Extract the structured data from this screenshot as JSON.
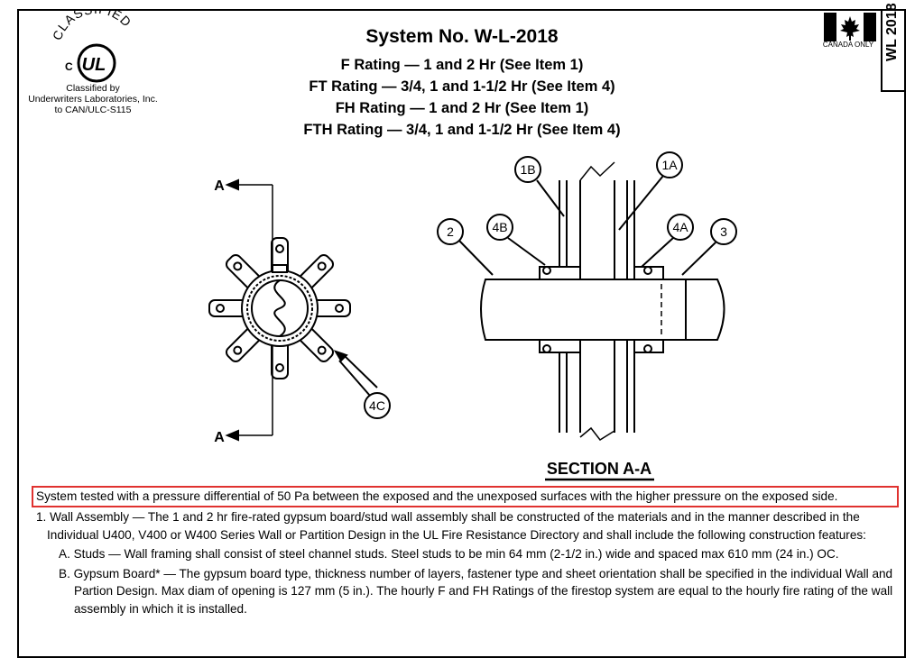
{
  "header": {
    "classified_arc": "CLASSIFIED",
    "c_mark": "C",
    "ul_mark": "UL",
    "classified_by": "Classified by",
    "laboratory": "Underwriters Laboratories, Inc.",
    "standard": "to CAN/ULC-S115",
    "title": "System No. W-L-2018",
    "ratings": [
      "F Rating — 1 and 2 Hr (See Item 1)",
      "FT Rating — 3/4, 1 and 1-1/2 Hr (See Item 4)",
      "FH Rating — 1 and 2 Hr (See Item 1)",
      "FTH Rating — 3/4, 1 and 1-1/2 Hr (See Item 4)"
    ],
    "canada_only": "CANADA ONLY",
    "system_code": "WL 2018"
  },
  "drawing": {
    "section_marker": "A",
    "callouts": [
      "1A",
      "1B",
      "2",
      "3",
      "4A",
      "4B",
      "4C"
    ],
    "section_title": "SECTION A-A"
  },
  "text": {
    "pressure_note": "System tested with a pressure differential of 50 Pa between the exposed and the unexposed surfaces with the higher pressure on the exposed side.",
    "item1": "1. Wall Assembly — The 1 and 2 hr fire-rated gypsum board/stud wall assembly shall be constructed of the materials and in the manner described in the Individual U400, V400 or W400 Series Wall or Partition Design in the UL Fire Resistance Directory and shall include the following construction features:",
    "item1a": "A. Studs — Wall framing shall consist of steel channel studs. Steel studs to be min 64 mm (2-1/2 in.) wide and spaced max 610 mm (24 in.) OC.",
    "item1b": "B. Gypsum Board* — The gypsum board type, thickness number of layers, fastener type and sheet orientation shall be specified in the individual Wall and Partion Design. Max diam of opening is 127 mm (5 in.). The hourly F and FH Ratings of the firestop system are equal to the hourly fire rating of the wall assembly in which it is installed."
  },
  "colors": {
    "highlight": "#e0322f",
    "ink": "#000000"
  }
}
